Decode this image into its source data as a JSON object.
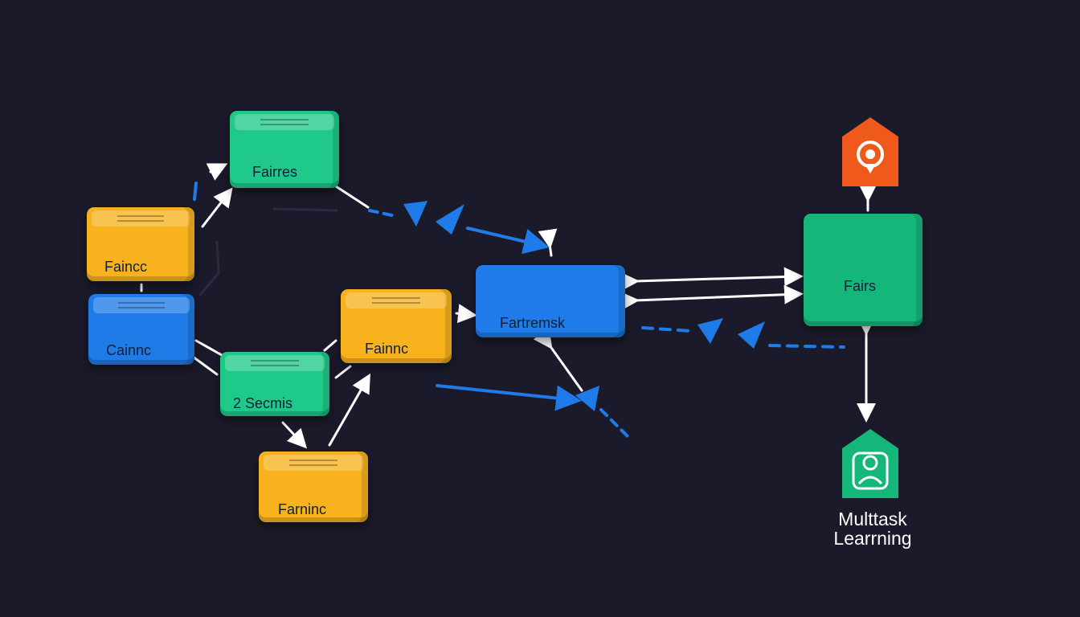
{
  "blocks": {
    "top_green": "Fairres",
    "left_orange": "Faincc",
    "left_blue": "Cainnc",
    "mid_green": "2 Secmis",
    "mid_orange": "Fainnc",
    "bottom_orange": "Farninc",
    "center_blue": "Fartremsk",
    "right_green": "Fairs"
  },
  "caption": {
    "line1": "Multtask",
    "line2": "Learrning"
  },
  "icons": {
    "top_right": "location-pin-icon",
    "bottom_right": "user-icon"
  },
  "colors": {
    "background": "#1b1a2b",
    "green": "#1fc98a",
    "orange": "#f7b21e",
    "blue": "#1e7be8",
    "badge_orange": "#ef5a1b",
    "badge_green": "#14b67a"
  }
}
